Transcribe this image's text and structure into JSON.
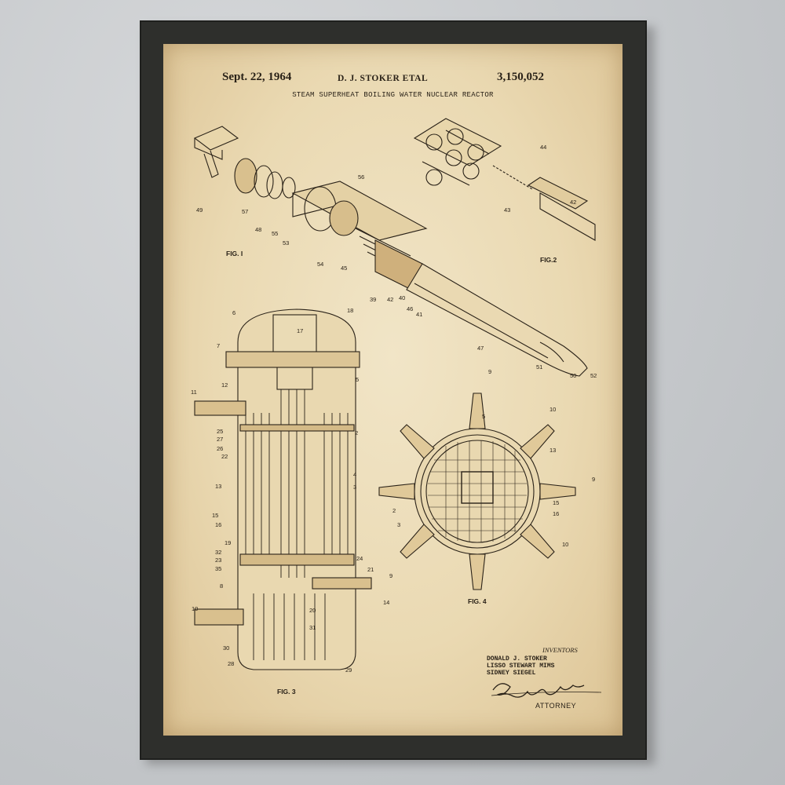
{
  "header": {
    "date": "Sept. 22, 1964",
    "inventor_short": "D. J. STOKER ETAL",
    "patent_number": "3,150,052"
  },
  "title": "STEAM SUPERHEAT BOILING WATER NUCLEAR REACTOR",
  "figures": {
    "fig1": "FIG. I",
    "fig2": "FIG.2",
    "fig3": "FIG. 3",
    "fig4": "FIG. 4"
  },
  "fig1_labels": [
    "49",
    "57",
    "48",
    "55",
    "53",
    "56",
    "54",
    "45",
    "39",
    "42",
    "40",
    "46",
    "41",
    "47",
    "51",
    "50",
    "52"
  ],
  "fig2_labels": [
    "44",
    "42",
    "43"
  ],
  "fig3_labels": [
    "6",
    "7",
    "17",
    "18",
    "11",
    "12",
    "5",
    "25",
    "27",
    "26",
    "22",
    "2",
    "13",
    "4",
    "3",
    "15",
    "16",
    "19",
    "32",
    "23",
    "35",
    "24",
    "21",
    "8",
    "9",
    "14",
    "10",
    "20",
    "31",
    "30",
    "28",
    "29"
  ],
  "fig4_labels": [
    "9",
    "10",
    "5",
    "13",
    "9",
    "2",
    "15",
    "3",
    "16",
    "10"
  ],
  "signature_block": {
    "heading": "INVENTORS",
    "names": [
      "DONALD J. STOKER",
      "LISSO STEWART MIMS",
      "SIDNEY SIEGEL"
    ],
    "attorney_signature": "Gerald A. Koris",
    "attorney_label": "ATTORNEY"
  },
  "colors": {
    "frame": "#2e2f2c",
    "paper": "#ead9b2",
    "ink": "#2a2218",
    "wall": "#c9cccf"
  }
}
